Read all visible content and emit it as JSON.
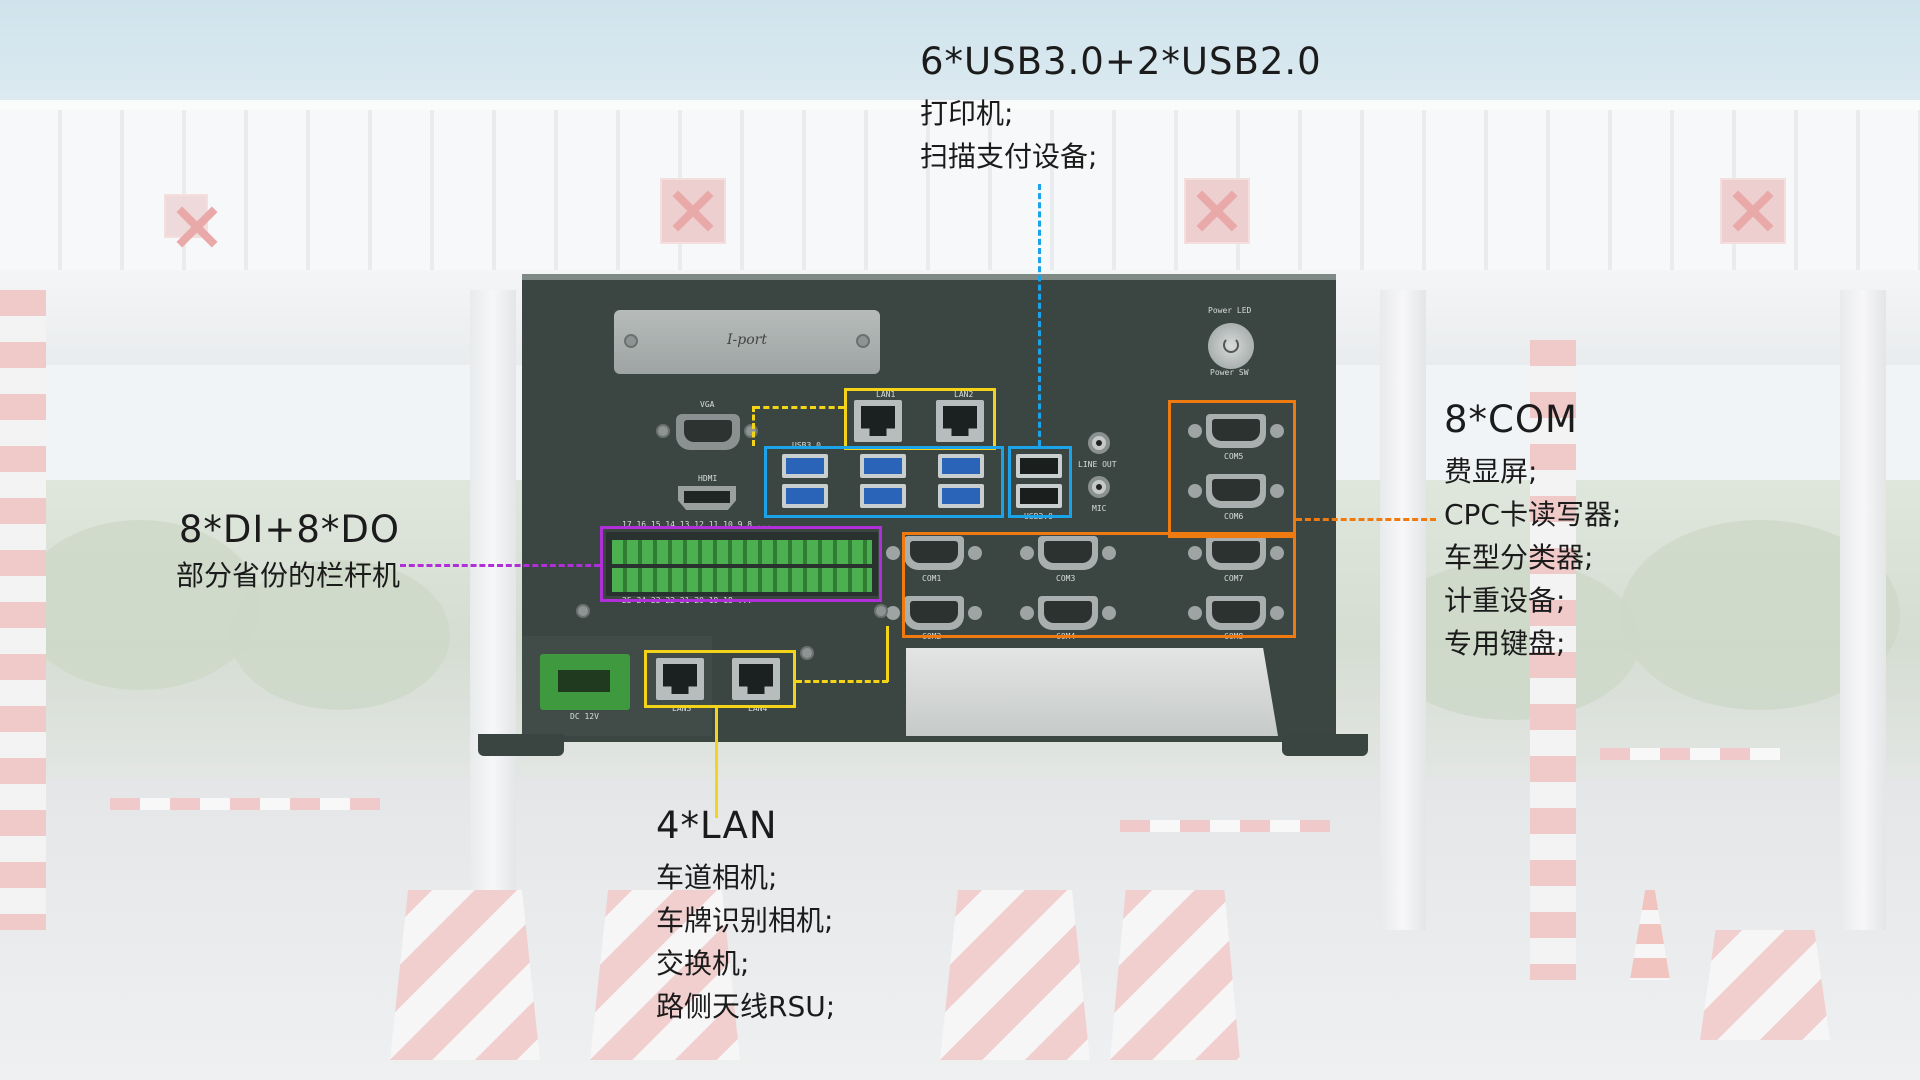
{
  "device": {
    "iport_label": "I-port",
    "power_led": "Power LED",
    "power_sw": "Power SW",
    "vga": "VGA",
    "hdmi": "HDMI",
    "lan1": "LAN1",
    "lan2": "LAN2",
    "lan3": "LAN3",
    "lan4": "LAN4",
    "usb30": "USB3.0",
    "usb20": "USB2.0",
    "line_out": "LINE OUT",
    "mic": "MIC",
    "dc": "DC 12V",
    "com1": "COM1",
    "com2": "COM2",
    "com3": "COM3",
    "com4": "COM4",
    "com5": "COM5",
    "com6": "COM6",
    "com7": "COM7",
    "com8": "COM8",
    "dio_top": "17 16 15 14 13 12 11 10  9  8 ...",
    "dio_bottom": "25 24 23 22 21 20 19 18 ..."
  },
  "callouts": {
    "usb": {
      "title": "6*USB3.0+2*USB2.0",
      "items": [
        "打印机;",
        "扫描支付设备;"
      ],
      "color": "#1aa3e8"
    },
    "com": {
      "title": "8*COM",
      "items": [
        "费显屏;",
        "CPC卡读写器;",
        "车型分类器;",
        "计重设备;",
        "专用键盘;"
      ],
      "color": "#ef7a10"
    },
    "dio": {
      "title": "8*DI+8*DO",
      "items": [
        "部分省份的栏杆机"
      ],
      "color": "#b02fd8"
    },
    "lan": {
      "title": "4*LAN",
      "items": [
        "车道相机;",
        "车牌识别相机;",
        "交换机;",
        "路侧天线RSU;"
      ],
      "color": "#f3d419"
    }
  }
}
